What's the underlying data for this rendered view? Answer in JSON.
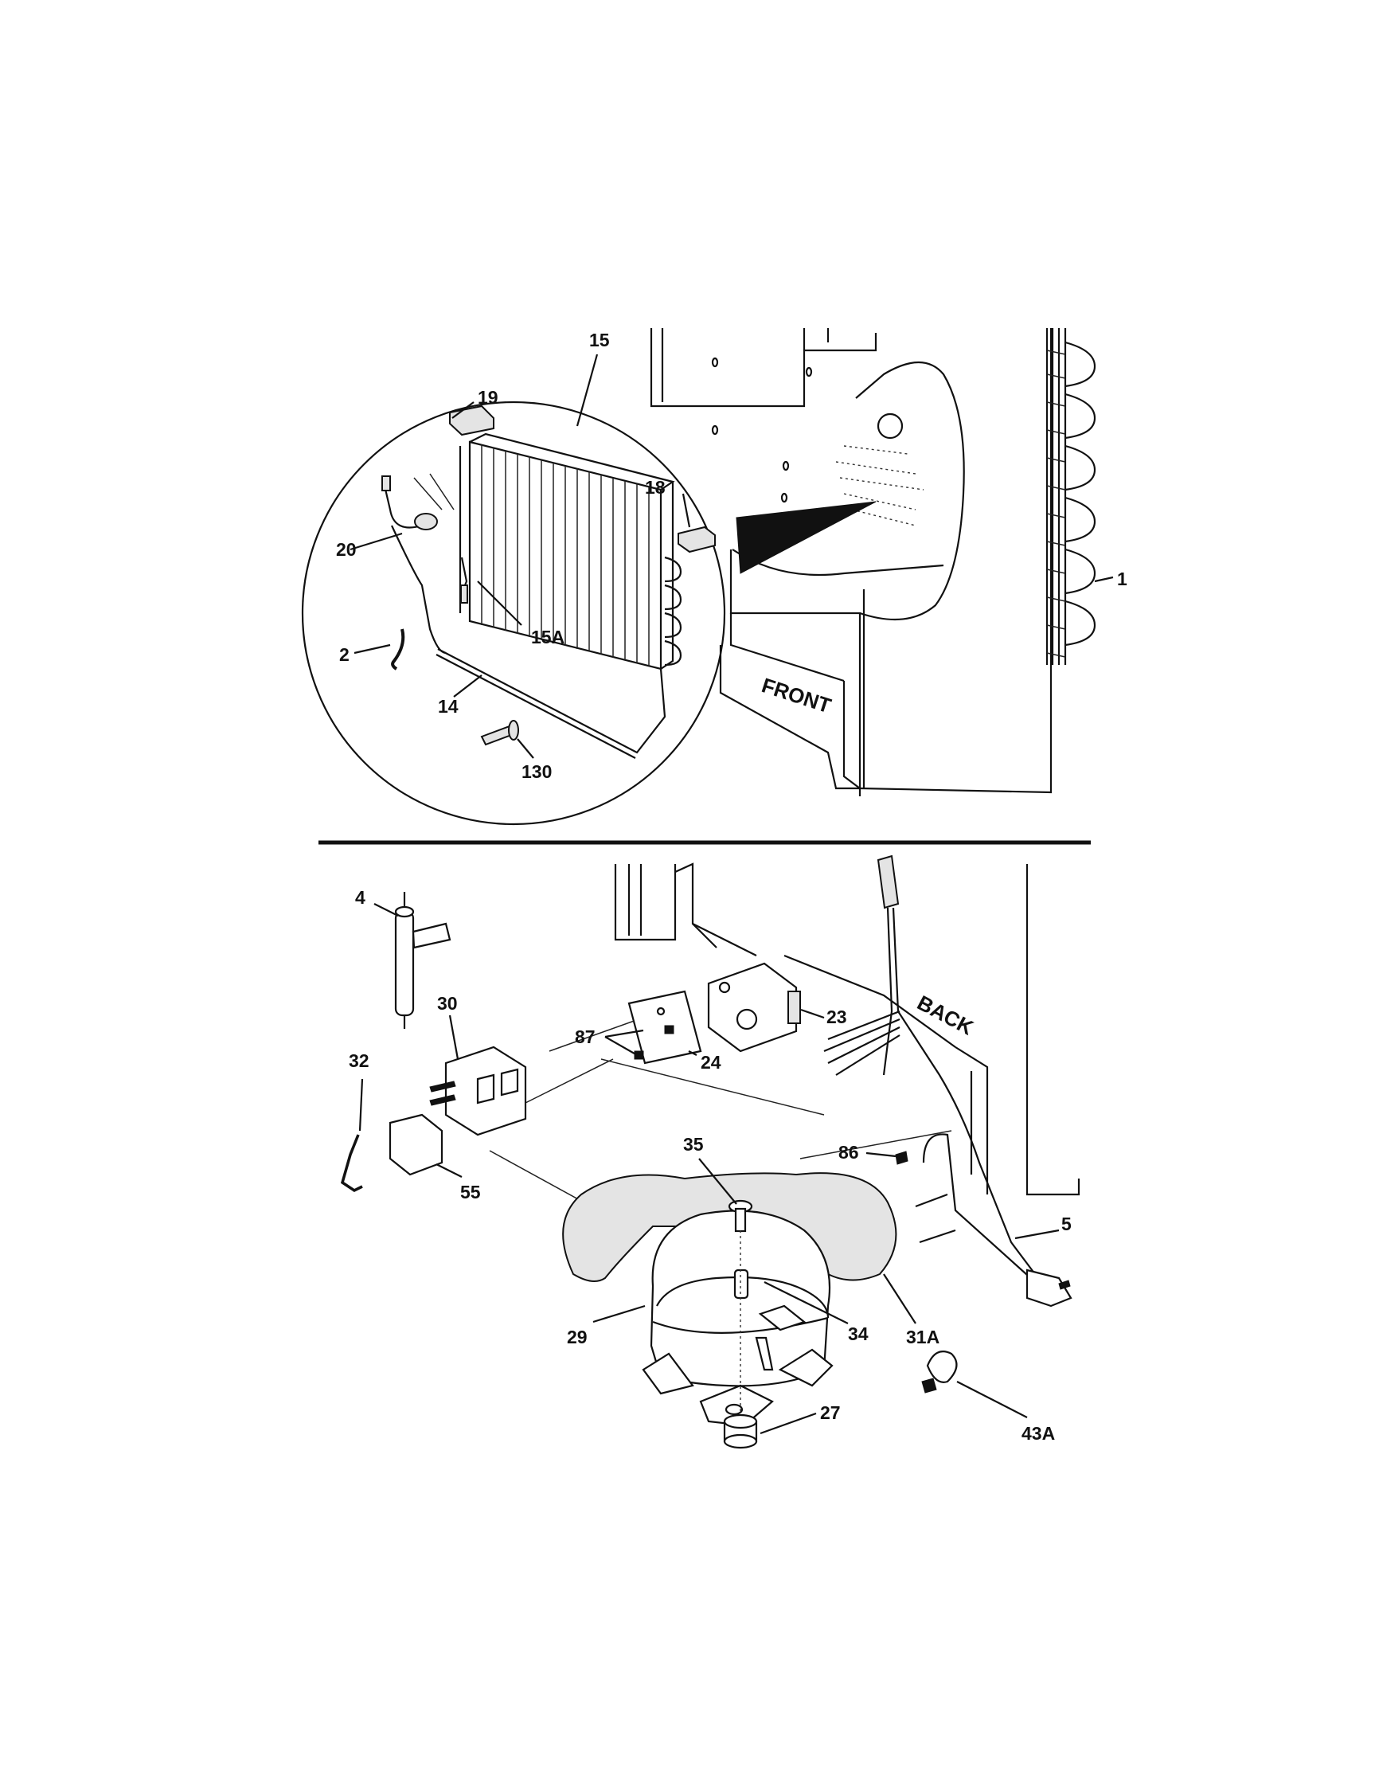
{
  "labels": {
    "p1": "1",
    "p2": "2",
    "p14": "14",
    "p15": "15",
    "p15a": "15A",
    "p18": "18",
    "p19": "19",
    "p20": "20",
    "p130": "130",
    "front": "FRONT",
    "p4": "4",
    "p30": "30",
    "p32": "32",
    "p55": "55",
    "p87": "87",
    "p24": "24",
    "p23": "23",
    "back": "BACK",
    "p35": "35",
    "p86": "86",
    "p5": "5",
    "p29": "29",
    "p34": "34",
    "p31a": "31A",
    "p27": "27",
    "p43a": "43A"
  }
}
